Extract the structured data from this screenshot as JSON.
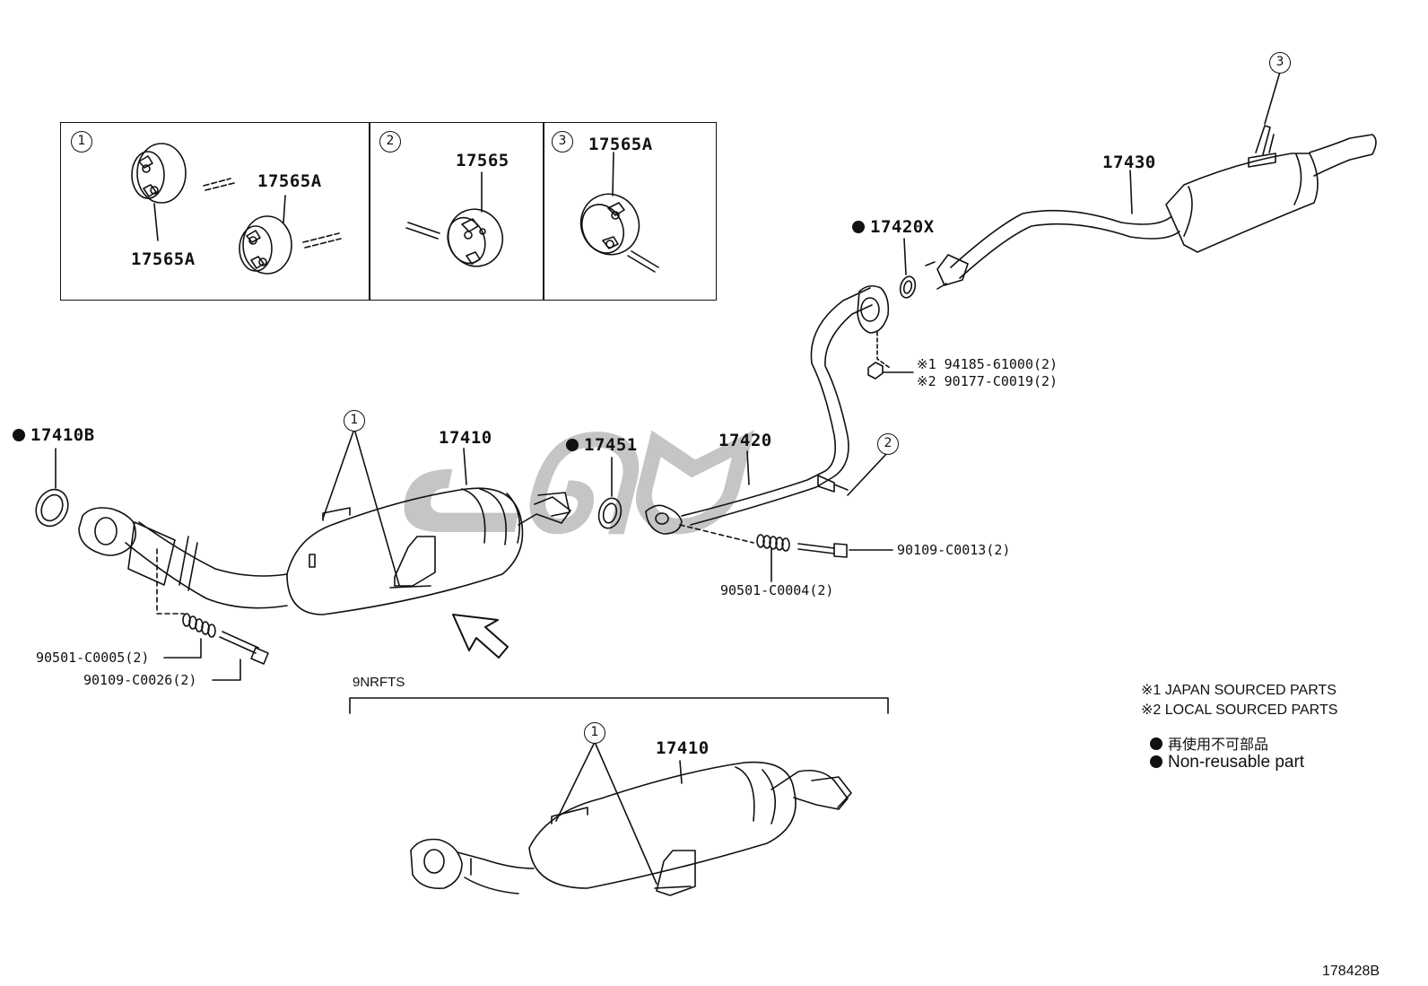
{
  "diagram": {
    "figure_code": "178428B",
    "variant_label": "9NRFTS",
    "inset_markers": [
      "1",
      "2",
      "3"
    ],
    "inset_labels": {
      "p1_top": "17565A",
      "p1_bottom": "17565A",
      "p2": "17565",
      "p3": "17565A"
    },
    "parts": {
      "gasket_front": "17410B",
      "converter": "17410",
      "gasket_mid": "17451",
      "center_pipe": "17420",
      "gasket_rear": "17420X",
      "tail_pipe": "17430",
      "converter_variant": "17410"
    },
    "fasteners": {
      "nut_japan": "※1 94185-61000(2)",
      "nut_local": "※2 90177-C0019(2)",
      "bolt_mid": "90109-C0013(2)",
      "spring_mid": "90501-C0004(2)",
      "spring_front": "90501-C0005(2)",
      "bolt_front": "90109-C0026(2)"
    },
    "legend": {
      "japan": "※1  JAPAN SOURCED PARTS",
      "local": "※2  LOCAL SOURCED PARTS",
      "nonreusable_jp": "再使用不可部品",
      "nonreusable_en": "Non-reusable part"
    }
  }
}
